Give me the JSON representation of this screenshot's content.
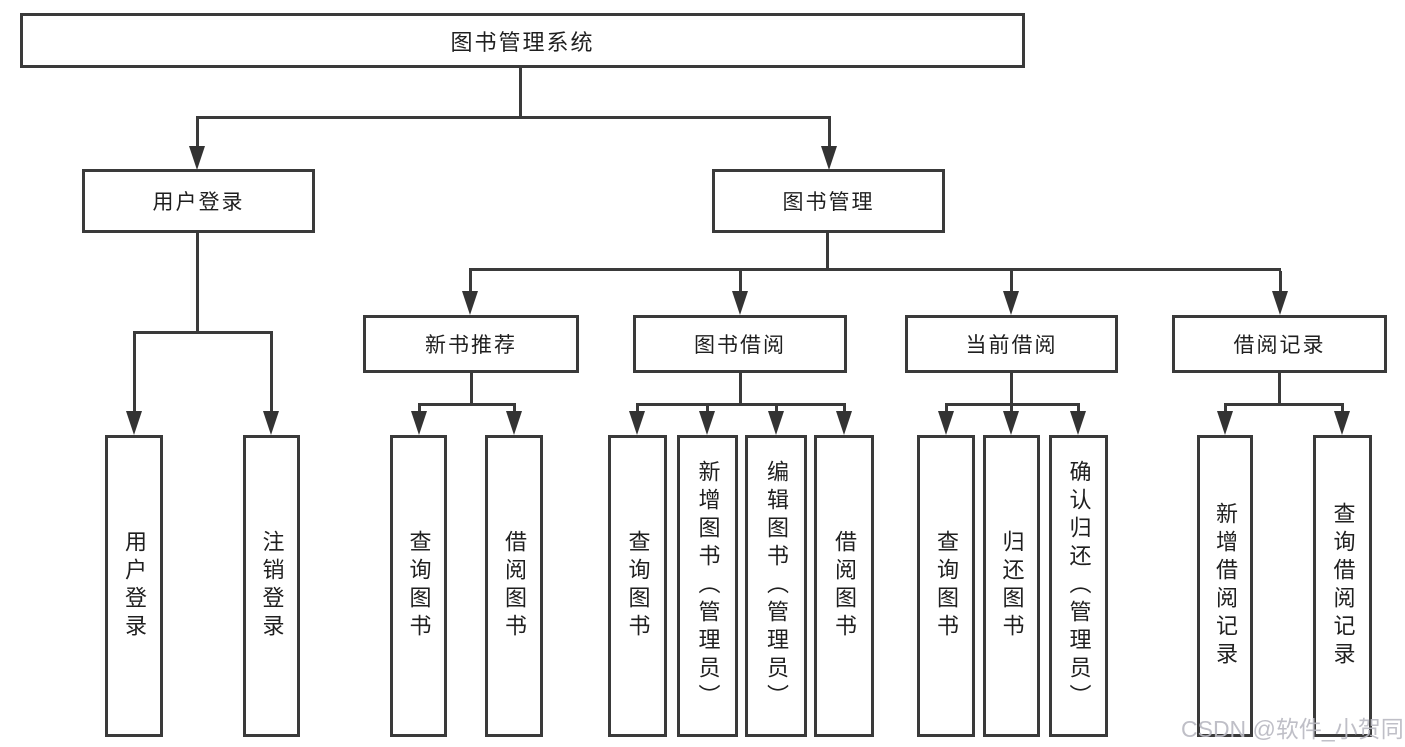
{
  "colors": {
    "line": "#3a3a3a",
    "box_border": "#3a3a3a",
    "text": "#1f1f1f",
    "watermark": "#babac2",
    "background": "#ffffff"
  },
  "nodes": {
    "root": "图书管理系统",
    "user": {
      "label": "用户登录",
      "children": [
        "用户登录",
        "注销登录"
      ]
    },
    "mgmt": {
      "label": "图书管理"
    },
    "recommend": {
      "label": "新书推荐",
      "children": [
        "查询图书",
        "借阅图书"
      ]
    },
    "borrow": {
      "label": "图书借阅",
      "children": [
        "查询图书",
        "新增图书（管理员）",
        "编辑图书（管理员）",
        "借阅图书"
      ]
    },
    "current": {
      "label": "当前借阅",
      "children": [
        "查询图书",
        "归还图书",
        "确认归还（管理员）"
      ]
    },
    "records": {
      "label": "借阅记录",
      "children": [
        "新增借阅记录",
        "查询借阅记录"
      ]
    }
  },
  "watermark": "CSDN @软件_小贺同学"
}
